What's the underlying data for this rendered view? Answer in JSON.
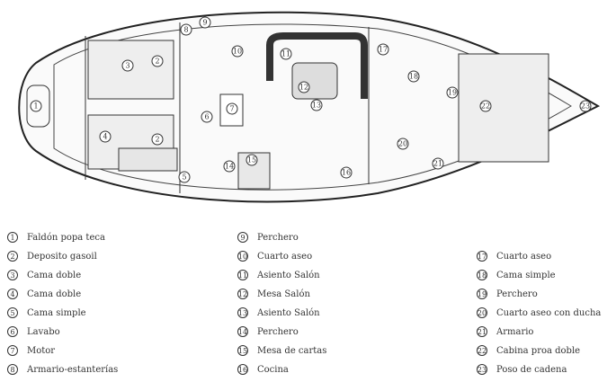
{
  "legend": [
    {
      "n": "1",
      "label": "Faldón popa teca"
    },
    {
      "n": "2",
      "label": "Deposito gasoil"
    },
    {
      "n": "3",
      "label": "Cama doble"
    },
    {
      "n": "4",
      "label": "Cama doble"
    },
    {
      "n": "5",
      "label": "Cama simple"
    },
    {
      "n": "6",
      "label": "Lavabo"
    },
    {
      "n": "7",
      "label": "Motor"
    },
    {
      "n": "8",
      "label": "Armario-estanterías"
    },
    {
      "n": "9",
      "label": "Perchero"
    },
    {
      "n": "10",
      "label": "Cuarto aseo"
    },
    {
      "n": "11",
      "label": "Asiento Salón"
    },
    {
      "n": "12",
      "label": "Mesa Salón"
    },
    {
      "n": "13",
      "label": "Asiento Salón"
    },
    {
      "n": "14",
      "label": "Perchero"
    },
    {
      "n": "15",
      "label": "Mesa de cartas"
    },
    {
      "n": "16",
      "label": "Cocina"
    },
    {
      "n": "17",
      "label": "Cuarto aseo"
    },
    {
      "n": "18",
      "label": "Cama simple"
    },
    {
      "n": "19",
      "label": "Perchero"
    },
    {
      "n": "20",
      "label": "Cuarto aseo con ducha"
    },
    {
      "n": "21",
      "label": "Armario"
    },
    {
      "n": "22",
      "label": "Cabina proa doble"
    },
    {
      "n": "23",
      "label": "Poso de cadena"
    }
  ]
}
